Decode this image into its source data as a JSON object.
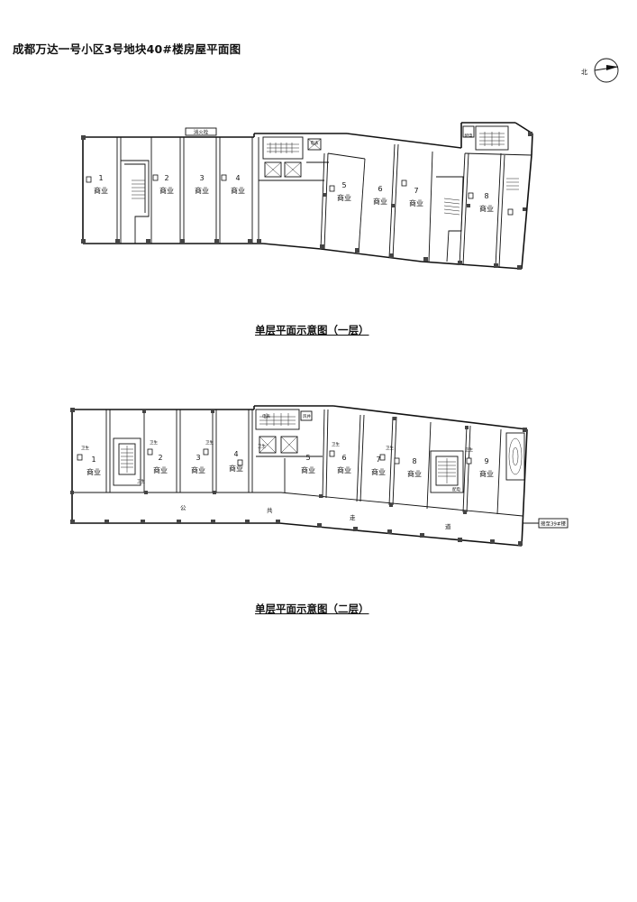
{
  "title": "成都万达一号小区3号地块40#楼房屋平面图",
  "compass": {
    "north_label": "北"
  },
  "floor1": {
    "caption": "单层平面示意图（一层）",
    "top_label": "消火栓",
    "units": [
      {
        "number": "1",
        "use": "商业"
      },
      {
        "number": "2",
        "use": "商业"
      },
      {
        "number": "3",
        "use": "商业"
      },
      {
        "number": "4",
        "use": "商业"
      },
      {
        "number": "5",
        "use": "商业"
      },
      {
        "number": "6",
        "use": "商业"
      },
      {
        "number": "7",
        "use": "商业"
      },
      {
        "number": "8",
        "use": "商业"
      }
    ],
    "room_tags": [
      "电表",
      "配电"
    ]
  },
  "floor2": {
    "caption": "单层平面示意图（二层）",
    "units": [
      {
        "number": "1",
        "use": "商业"
      },
      {
        "number": "2",
        "use": "商业"
      },
      {
        "number": "3",
        "use": "商业"
      },
      {
        "number": "4",
        "use": "商业"
      },
      {
        "number": "5",
        "use": "商业"
      },
      {
        "number": "6",
        "use": "商业"
      },
      {
        "number": "7",
        "use": "商业"
      },
      {
        "number": "8",
        "use": "商业"
      },
      {
        "number": "9",
        "use": "商业"
      }
    ],
    "corridor_chars": [
      "公",
      "共",
      "走",
      "道"
    ],
    "tags": [
      "卫生",
      "卫生",
      "卫生",
      "卫生",
      "风井",
      "卫生",
      "卫生",
      "卫生",
      "卫生"
    ],
    "room_tags": [
      "电表",
      "配电",
      "风井"
    ],
    "connection_note": "接至39#楼"
  }
}
